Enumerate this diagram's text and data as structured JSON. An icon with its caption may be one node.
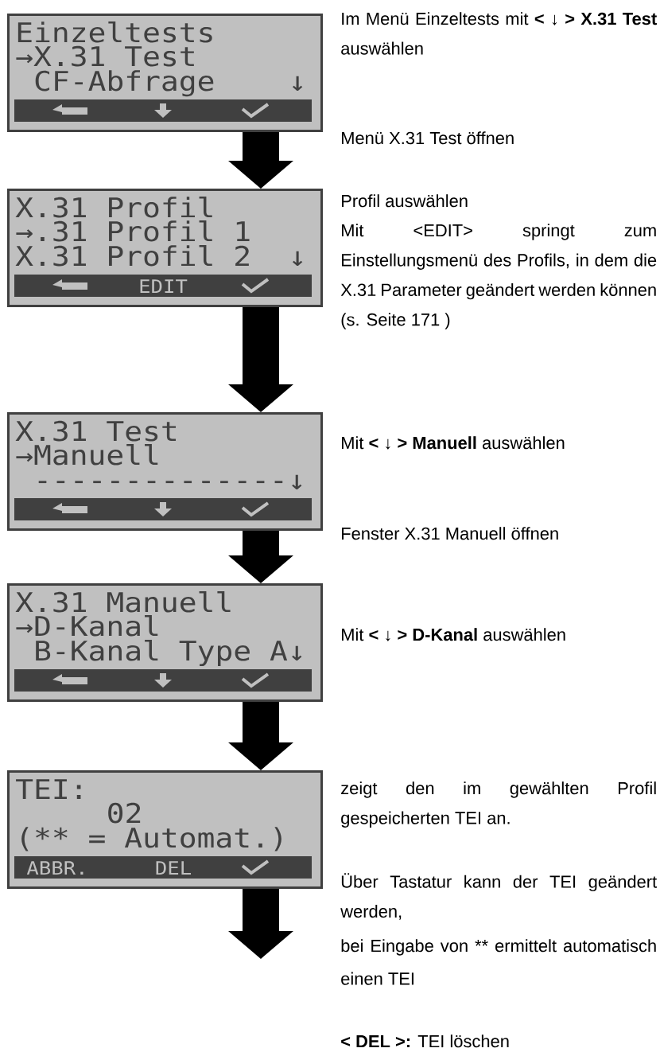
{
  "diagram": {
    "nodes": [
      {
        "text": [
          "Einzeltests",
          "→X.31 Test",
          "CF-Abfrage",
          "↓"
        ]
      },
      {
        "text": [
          "X.31 Profil",
          "→.31 Profil 1",
          "X.31 Profil 2",
          "↓",
          "EDIT"
        ]
      },
      {
        "text": [
          "X.31 Test",
          "→Manuell",
          "--------------↓"
        ]
      },
      {
        "text": [
          "X.31 Manuell",
          "→D-Kanal",
          "B-Kanal Type A↓"
        ]
      },
      {
        "text": [
          "TEI:",
          "02",
          "(** = Automat.)",
          "ABBR.",
          "DEL"
        ]
      }
    ],
    "edges": [
      {
        "from": 0,
        "to": 1,
        "arrow": "to"
      },
      {
        "from": 1,
        "to": 2,
        "arrow": "to"
      },
      {
        "from": 2,
        "to": 3,
        "arrow": "to"
      },
      {
        "from": 3,
        "to": 4,
        "arrow": "to"
      },
      {
        "from": 4,
        "to": null,
        "arrow": "to"
      }
    ],
    "labels": [
      "Im Menü Einzeltests mit **< ↓ > X.31 Test** auswählen",
      "Menü X.31 Test öffnen",
      "Profil auswählen",
      "Mit <EDIT> springt zum Einstellungsmenü des Profils, in dem die X.31 Parameter geändert werden können (s. Seite 171 )",
      "Mit **< ↓ > Manuell** auswählen",
      "Fenster X.31 Manuell öffnen",
      "Mit **< ↓ > D-Kanal** auswählen",
      "zeigt den im gewählten Profil gespeicherten TEI an.",
      "Über Tastatur kann der TEI geändert werden,",
      "bei Eingabe von ** ermittelt automatisch einen TEI",
      "**< DEL >:** TEI löschen"
    ]
  }
}
